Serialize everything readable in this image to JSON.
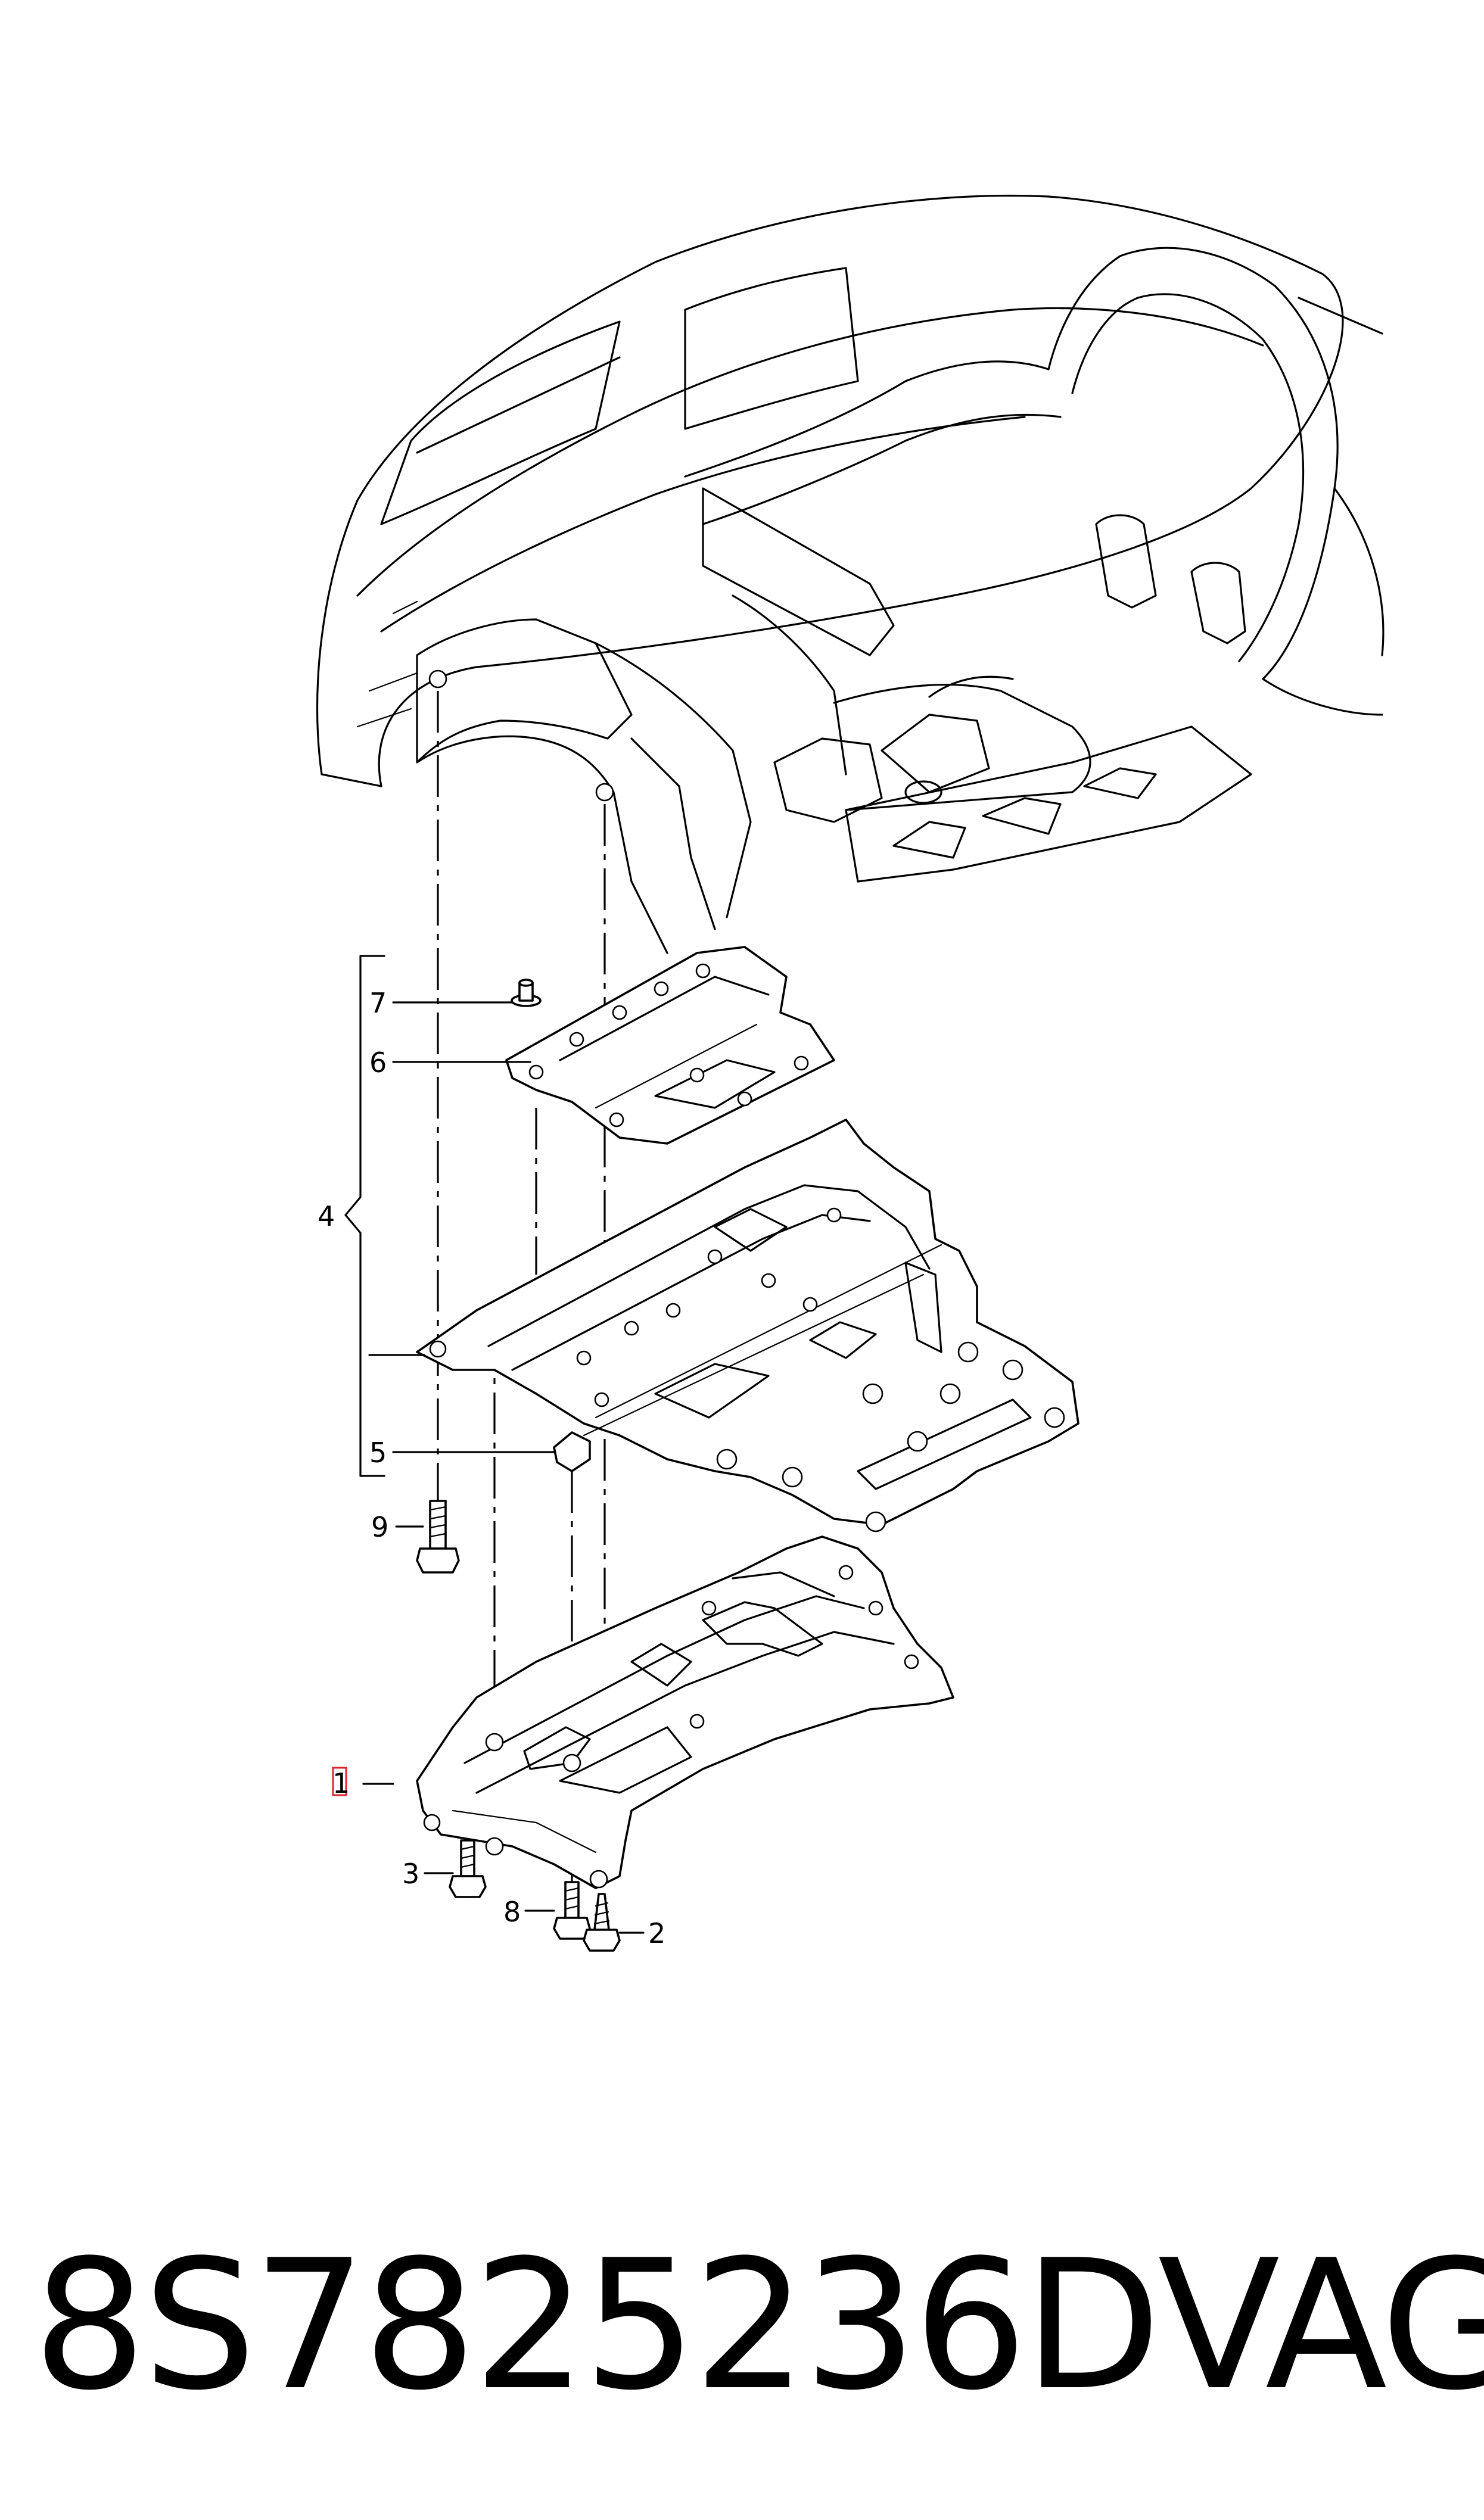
{
  "diagram": {
    "callouts": [
      "1",
      "2",
      "3",
      "4",
      "5",
      "6",
      "7",
      "8",
      "9"
    ],
    "highlighted_callout": "1",
    "highlight_color": "#e0242a"
  },
  "caption": {
    "part_number": "8S7825236D",
    "brand": "VAG"
  }
}
